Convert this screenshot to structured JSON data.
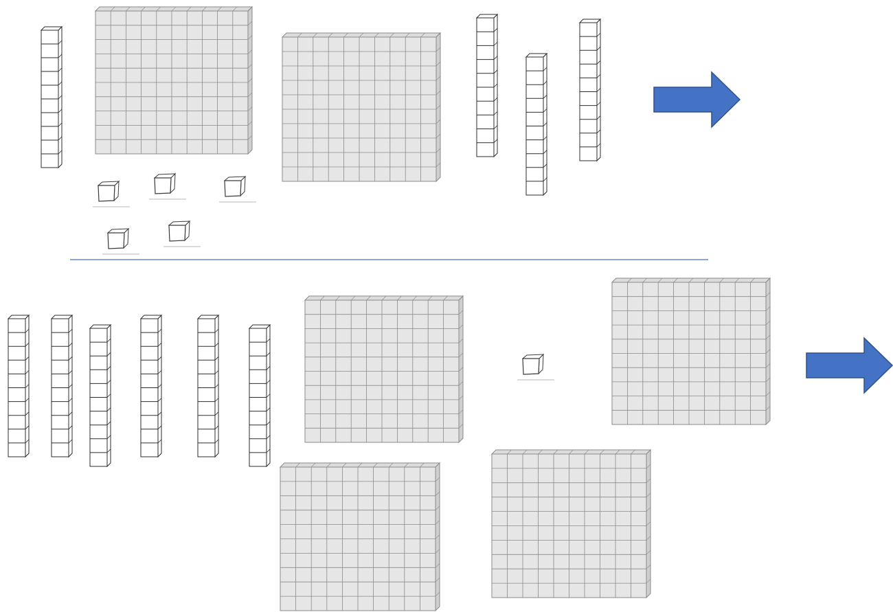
{
  "colors": {
    "flat_fill": "#e6e6e6",
    "flat_side": "#cfcfcf",
    "flat_top": "#dcdcdc",
    "flat_line": "#8a8a8a",
    "rod_fill": "#ffffff",
    "rod_line": "#2b2b2b",
    "cube_line": "#3a3a3a",
    "divider": "#4472c4",
    "arrow_fill": "#4472c4",
    "arrow_stroke": "#2f528f"
  },
  "problems": [
    {
      "id": "problem-1",
      "blocks": {
        "hundreds": 2,
        "tens": 4,
        "ones": 5
      },
      "arrow": "right-arrow"
    },
    {
      "id": "problem-2",
      "blocks": {
        "hundreds": 4,
        "tens": 6,
        "ones": 1
      },
      "arrow": "right-arrow"
    }
  ]
}
